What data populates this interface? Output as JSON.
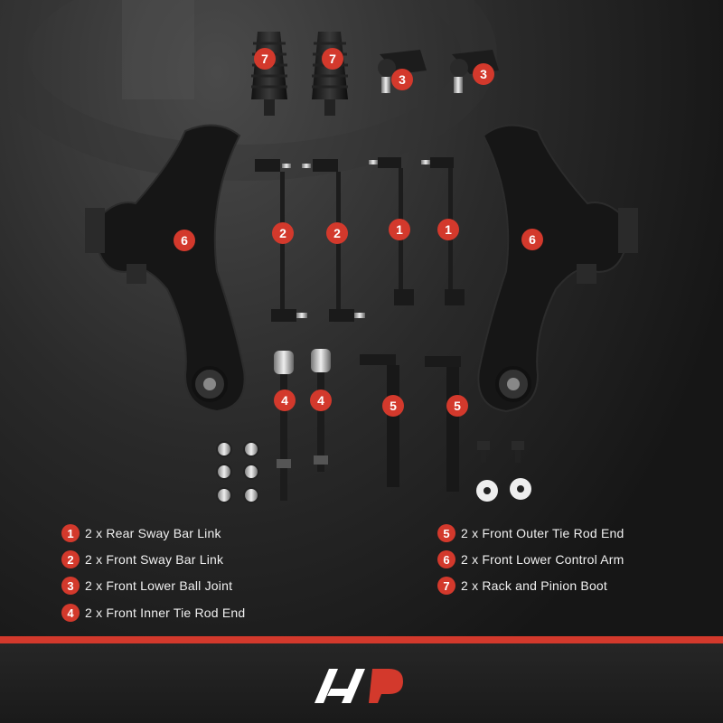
{
  "legend": {
    "left": [
      {
        "num": "1",
        "text": "2 x Rear Sway Bar Link"
      },
      {
        "num": "2",
        "text": "2 x Front Sway Bar Link"
      },
      {
        "num": "3",
        "text": "2 x Front Lower Ball Joint"
      },
      {
        "num": "4",
        "text": "2 x Front Inner Tie Rod End"
      }
    ],
    "right": [
      {
        "num": "5",
        "text": "2 x Front Outer Tie Rod End"
      },
      {
        "num": "6",
        "text": "2 x Front Lower Control Arm"
      },
      {
        "num": "7",
        "text": "2 x Rack and Pinion Boot"
      }
    ]
  },
  "badges": {
    "b7a": "7",
    "b7b": "7",
    "b3a": "3",
    "b3b": "3",
    "b6a": "6",
    "b6b": "6",
    "b2a": "2",
    "b2b": "2",
    "b1a": "1",
    "b1b": "1",
    "b4a": "4",
    "b4b": "4",
    "b5a": "5",
    "b5b": "5"
  },
  "colors": {
    "accent": "#d3392c",
    "background": "#1b1b1b",
    "text": "#f0f0f0"
  },
  "logo_icon": "brand-logo-icon"
}
